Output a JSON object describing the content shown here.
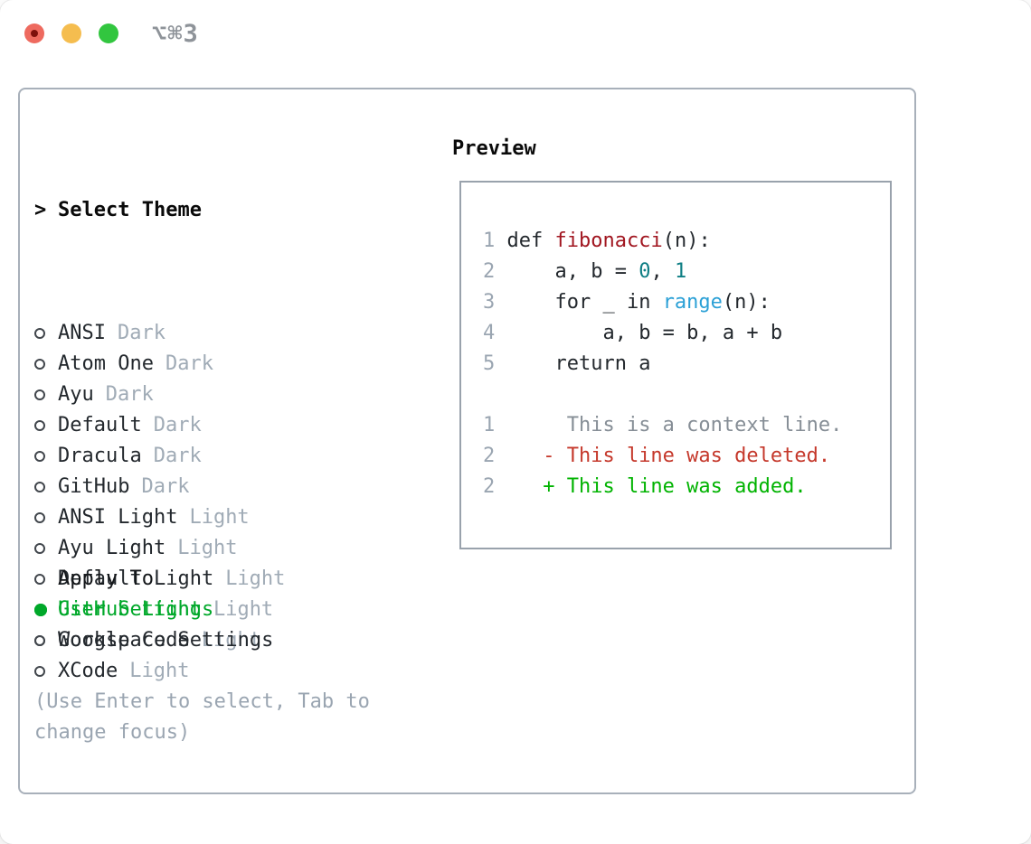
{
  "window": {
    "title_shortcut": "⌥⌘3"
  },
  "colors": {
    "default": "#23282d",
    "lineno": "#9aa5b1",
    "function": "#a11620",
    "number": "#0e7e84",
    "builtin": "#2ba0d6",
    "context": "#868e96",
    "deleted": "#c5382b",
    "added": "#00b300",
    "selected_green": "#00a82a",
    "suffix_gray": "#a0abb6",
    "help_gray": "#9aa5b1"
  },
  "theme_panel": {
    "prompt": ">",
    "title": "Select Theme",
    "themes": [
      {
        "name": "ANSI",
        "variant": "Dark",
        "selected": false
      },
      {
        "name": "Atom One",
        "variant": "Dark",
        "selected": false
      },
      {
        "name": "Ayu",
        "variant": "Dark",
        "selected": false
      },
      {
        "name": "Default",
        "variant": "Dark",
        "selected": false
      },
      {
        "name": "Dracula",
        "variant": "Dark",
        "selected": false
      },
      {
        "name": "GitHub",
        "variant": "Dark",
        "selected": false
      },
      {
        "name": "ANSI Light",
        "variant": "Light",
        "selected": false
      },
      {
        "name": "Ayu Light",
        "variant": "Light",
        "selected": false
      },
      {
        "name": "Default Light",
        "variant": "Light",
        "selected": false
      },
      {
        "name": "GitHub Light",
        "variant": "Light",
        "selected": true
      },
      {
        "name": "Google Code",
        "variant": "Light",
        "selected": false
      },
      {
        "name": "XCode",
        "variant": "Light",
        "selected": false
      }
    ],
    "apply_to": {
      "title": "Apply To",
      "options": [
        {
          "label": "User Settings",
          "selected": true
        },
        {
          "label": "Workspace Settings",
          "selected": false
        }
      ]
    },
    "help_lines": [
      "(Use Enter to select, Tab to",
      "change focus)"
    ]
  },
  "preview": {
    "title": "Preview",
    "code_lines": [
      {
        "segments": [
          {
            "text": "1 ",
            "color": "lineno"
          },
          {
            "text": "def ",
            "color": "default"
          },
          {
            "text": "fibonacci",
            "color": "function"
          },
          {
            "text": "(n):",
            "color": "default"
          }
        ]
      },
      {
        "segments": [
          {
            "text": "2 ",
            "color": "lineno"
          },
          {
            "text": "    a, b = ",
            "color": "default"
          },
          {
            "text": "0",
            "color": "number"
          },
          {
            "text": ", ",
            "color": "default"
          },
          {
            "text": "1",
            "color": "number"
          }
        ]
      },
      {
        "segments": [
          {
            "text": "3 ",
            "color": "lineno"
          },
          {
            "text": "    for _ in ",
            "color": "default"
          },
          {
            "text": "range",
            "color": "builtin"
          },
          {
            "text": "(n):",
            "color": "default"
          }
        ]
      },
      {
        "segments": [
          {
            "text": "4 ",
            "color": "lineno"
          },
          {
            "text": "        a, b = b, a + b",
            "color": "default"
          }
        ]
      },
      {
        "segments": [
          {
            "text": "5 ",
            "color": "lineno"
          },
          {
            "text": "    return a",
            "color": "default"
          }
        ]
      },
      {
        "segments": []
      },
      {
        "segments": [
          {
            "text": "1",
            "color": "lineno"
          },
          {
            "text": "      This is a context line.",
            "color": "context"
          }
        ]
      },
      {
        "segments": [
          {
            "text": "2",
            "color": "lineno"
          },
          {
            "text": "    - This line was deleted.",
            "color": "deleted"
          }
        ]
      },
      {
        "segments": [
          {
            "text": "2",
            "color": "lineno"
          },
          {
            "text": "    + This line was added.",
            "color": "added"
          }
        ]
      }
    ]
  }
}
